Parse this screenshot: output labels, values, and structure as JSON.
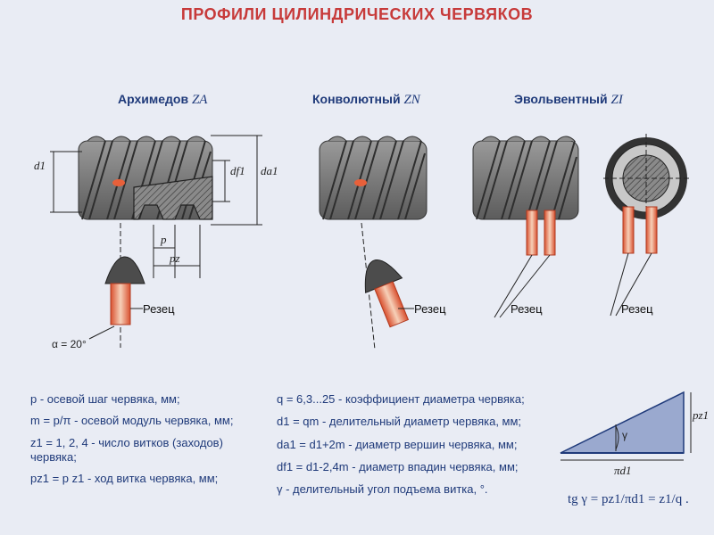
{
  "title": "ПРОФИЛИ ЦИЛИНДРИЧЕСКИХ ЧЕРВЯКОВ",
  "worms": [
    {
      "name": "Архимедов",
      "code": "ZA"
    },
    {
      "name": "Конволютный",
      "code": "ZN"
    },
    {
      "name": "Эвольвентный",
      "code": "ZI"
    }
  ],
  "labels": {
    "d1": "d1",
    "df1": "df1",
    "da1": "da1",
    "p": "p",
    "pz": "pz",
    "cutter": "Резец",
    "alpha": "α = 20°",
    "gamma": "γ",
    "pz1": "pz1",
    "pid1": "πd1"
  },
  "legend_left": [
    "p - осевой шаг червяка, мм;",
    "m = p/π  - осевой модуль червяка, мм;",
    "z1 = 1, 2, 4 - число витков (заходов)",
    "червяка;",
    "pz1 = p z1 - ход витка червяка, мм;"
  ],
  "legend_right": [
    "q = 6,3...25 - коэффициент диаметра червяка;",
    "d1 = qm - делительный диаметр червяка, мм;",
    "da1 = d1+2m - диаметр вершин червяка, мм;",
    "df1 = d1-2,4m - диаметр впадин червяка, мм;",
    "γ - делительный угол подъема витка, °."
  ],
  "formula": "tg γ = pz1/πd1 = z1/q .",
  "colors": {
    "title": "#c73a3a",
    "text": "#1f3a7a",
    "cutter": "#e8603a",
    "thread": "#6f6f6f",
    "triangle": "#9aa9cf"
  }
}
